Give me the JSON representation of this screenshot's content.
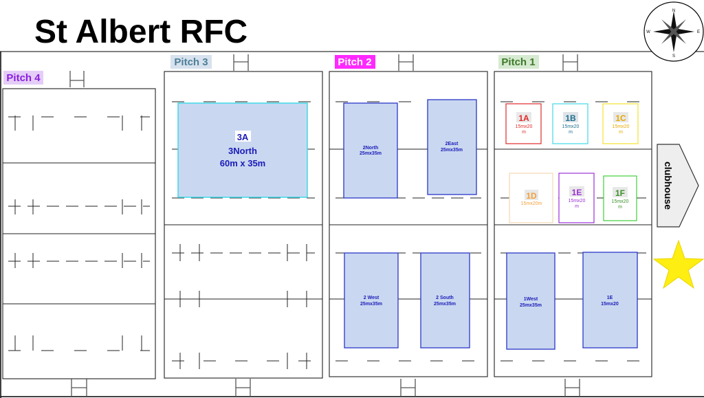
{
  "title": "St Albert RFC",
  "compass": {
    "n": "N",
    "s": "S",
    "e": "E",
    "w": "W"
  },
  "clubhouse": "clubhouse",
  "pitches": {
    "p4": {
      "label": "Pitch 4",
      "bg": "#e4cdf7",
      "fg": "#8a1ee0"
    },
    "p3": {
      "label": "Pitch 3",
      "bg": "#d7e2ee",
      "fg": "#4d7e97"
    },
    "p2": {
      "label": "Pitch 2",
      "bg": "#ff29ff",
      "fg": "#ffffff"
    },
    "p1": {
      "label": "Pitch 1",
      "bg": "#d6ead1",
      "fg": "#3d7a28"
    }
  },
  "fields": {
    "f3A": {
      "name": "3A",
      "sub": "3North",
      "size": "60m x 35m"
    },
    "f2N": {
      "name": "2North",
      "size": "25mx35m"
    },
    "f2E": {
      "name": "2East",
      "size": "25mx35m"
    },
    "f2W": {
      "name": "2 West",
      "size": "25mx35m"
    },
    "f2S": {
      "name": "2 South",
      "size": "25mx35m"
    },
    "f1W": {
      "name": "1West",
      "size": "25mx35m"
    },
    "f1E": {
      "name": "1E",
      "size": "15mx20",
      "unit": "m",
      "color": "#9b2fd8"
    },
    "f1A": {
      "name": "1A",
      "size": "15mx20",
      "unit": "m",
      "color": "#e02a2a"
    },
    "f1B": {
      "name": "1B",
      "size": "15mx20",
      "unit": "m",
      "color": "#1e6f8f"
    },
    "f1C": {
      "name": "1C",
      "size": "15mx20",
      "unit": "m",
      "color": "#e6a800"
    },
    "f1D": {
      "name": "1D",
      "size": "15mx20m",
      "color": "#f2a03a"
    },
    "f1F": {
      "name": "1F",
      "size": "15mx20",
      "unit": "m",
      "color": "#3a8f2a"
    }
  }
}
